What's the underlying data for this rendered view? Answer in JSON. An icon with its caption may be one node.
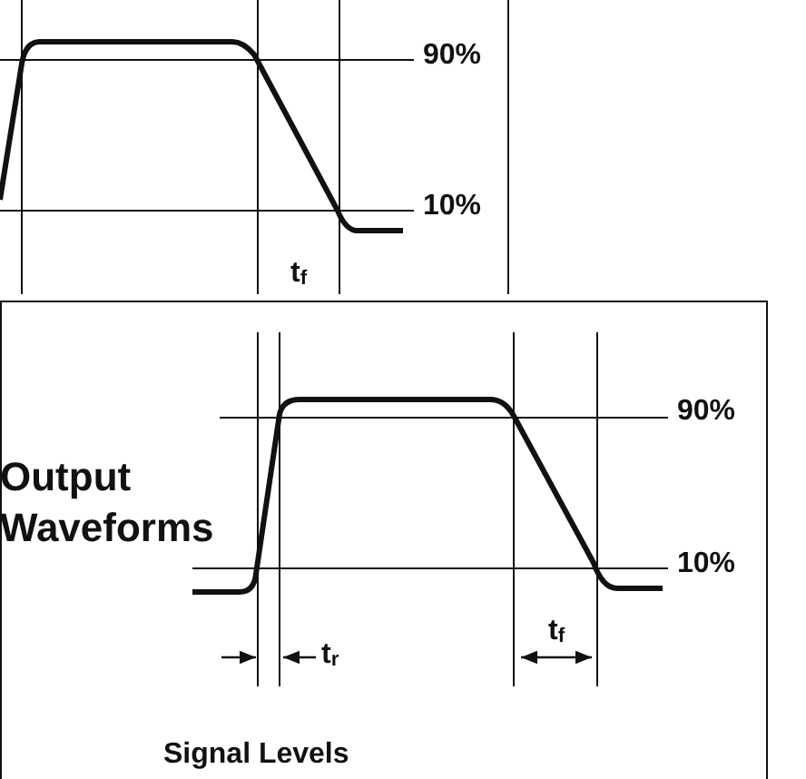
{
  "diagram": {
    "labels": [
      "90%",
      "10%",
      "t$_{f}$",
      "90%",
      "Output Waveforms",
      "10%",
      "t$_{r}$",
      "t$_{f}$",
      "Signal Levels"
    ]
  }
}
